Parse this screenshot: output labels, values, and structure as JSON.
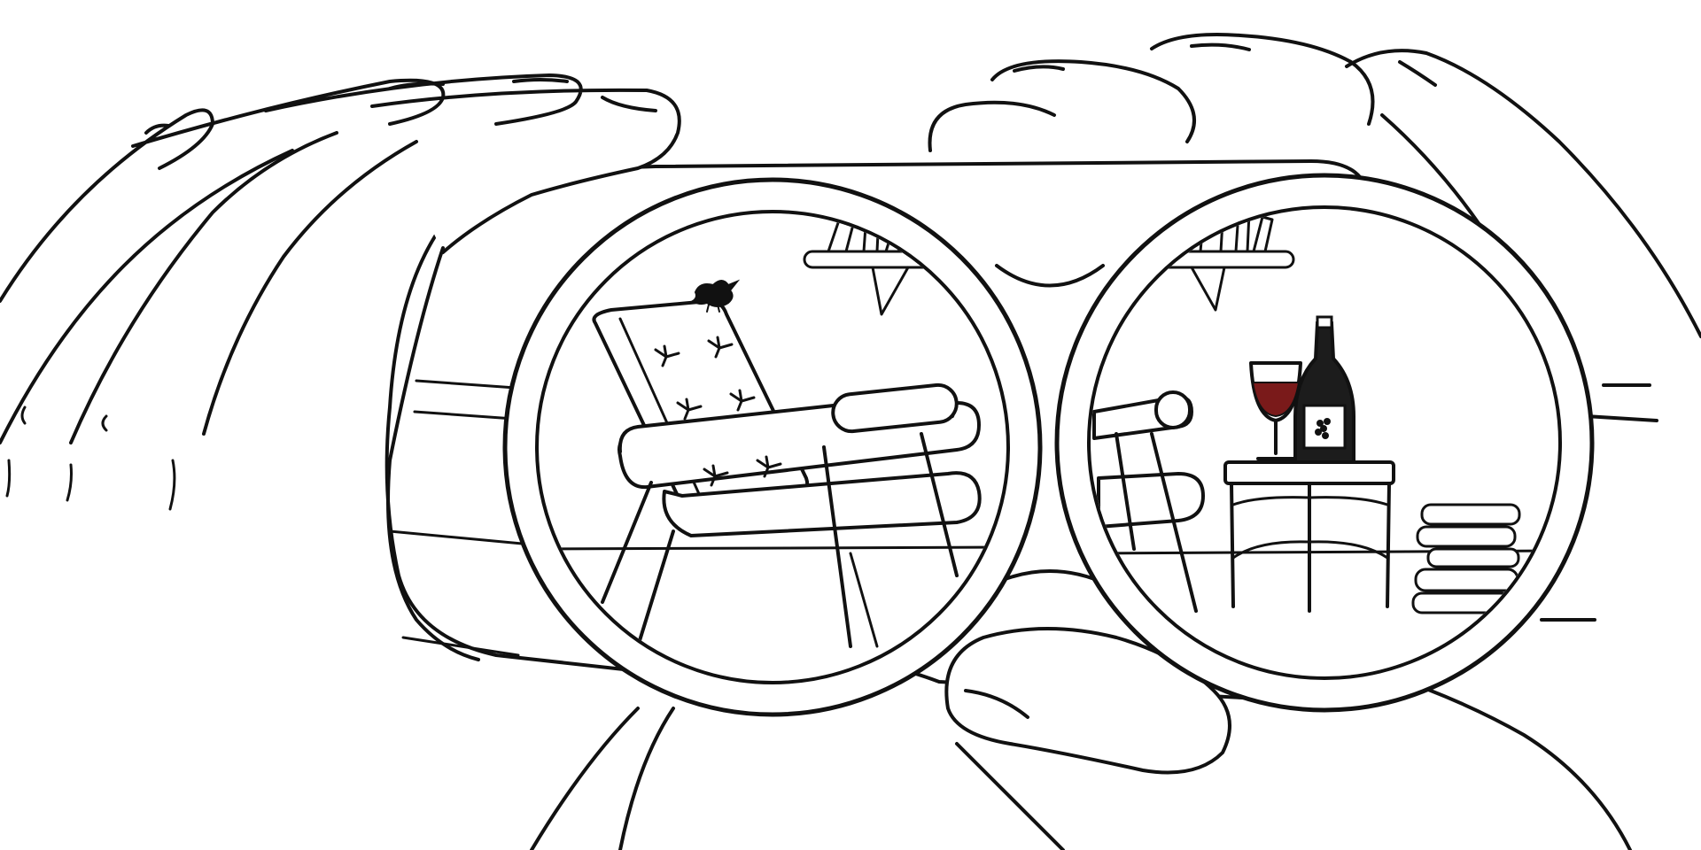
{
  "illustration": {
    "style": "black ink line drawing on white",
    "colors": {
      "ink": "#111111",
      "paper": "#ffffff",
      "wine": "#7a1a1a"
    },
    "subject": "hands-holding-binoculars",
    "left_lens_view": [
      "armchair",
      "bird",
      "wall-shelf"
    ],
    "right_lens_view": [
      "armchair",
      "side-table",
      "wine-bottle",
      "wine-glass",
      "book-stack",
      "wall-shelf"
    ]
  }
}
